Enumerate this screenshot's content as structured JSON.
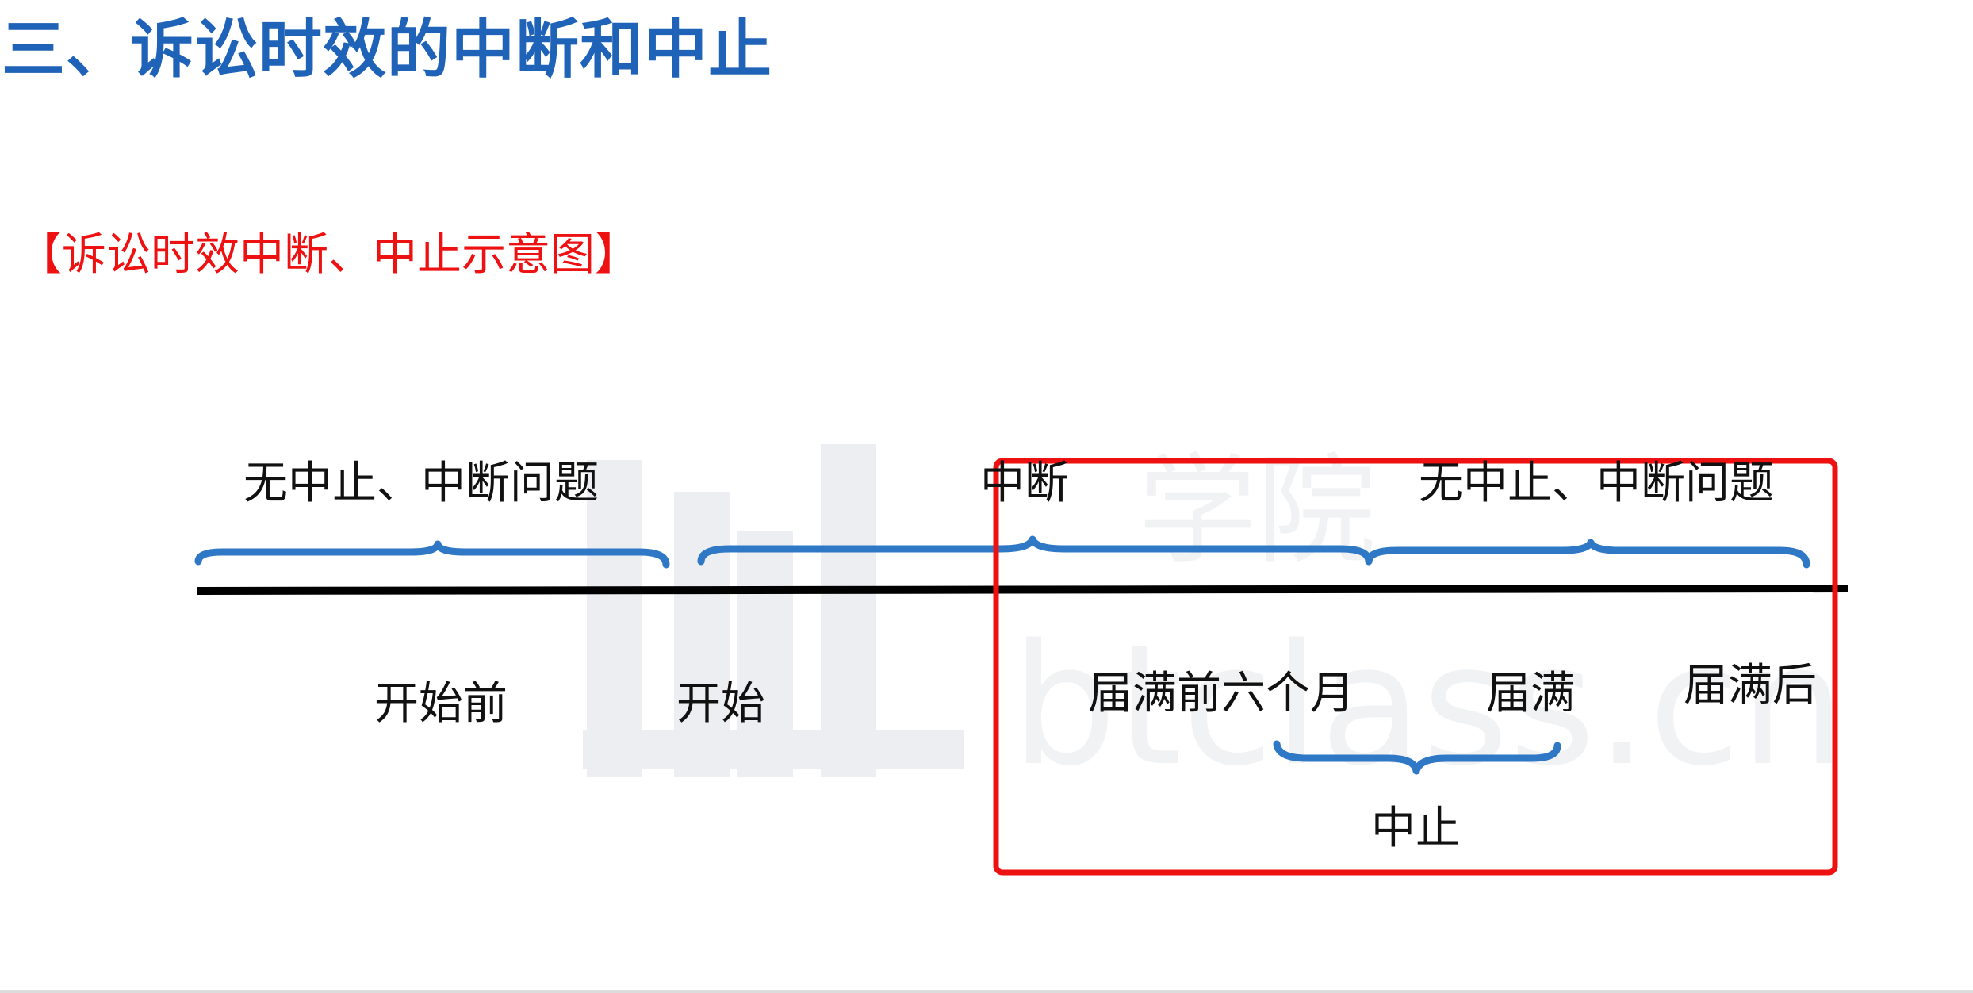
{
  "slide": {
    "title": "三、诉讼时效的中断和中止",
    "subtitle": "【诉讼时效中断、中止示意图】"
  },
  "diagram": {
    "upper_labels": {
      "before": "无中止、中断问题",
      "interruption": "中断",
      "after": "无中止、中断问题"
    },
    "lower_labels": {
      "before_start": "开始前",
      "start": "开始",
      "six_months_before_expiry": "届满前六个月",
      "expiry": "届满",
      "after_expiry": "届满后",
      "suspension": "中止"
    }
  },
  "watermark": {
    "text_cn": "学院",
    "text_en": "btclass.cn"
  },
  "colors": {
    "title": "#1f63b8",
    "subtitle": "#ee1111",
    "brace": "#2e78c6",
    "axis": "#000000",
    "highlight_box": "#ee1111",
    "label": "#111111",
    "watermark": "#eceef1"
  }
}
